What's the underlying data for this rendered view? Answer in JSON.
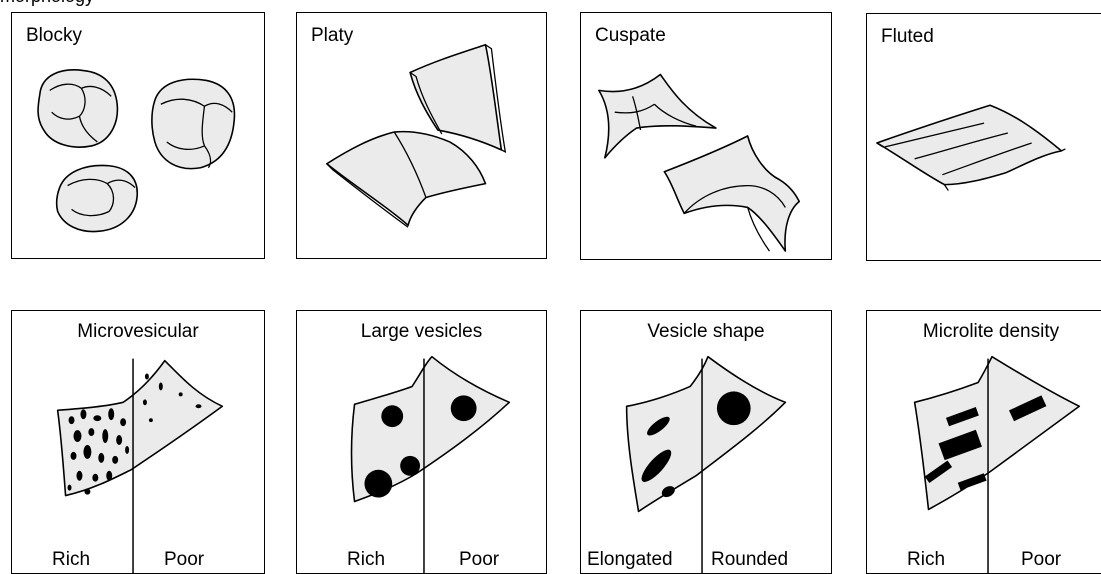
{
  "header": {
    "partial_text": "morphology"
  },
  "top_row": [
    {
      "title": "Blocky"
    },
    {
      "title": "Platy"
    },
    {
      "title": "Cuspate"
    },
    {
      "title": "Fluted"
    }
  ],
  "bottom_row": [
    {
      "title": "Microvesicular",
      "left": "Rich",
      "right": "Poor"
    },
    {
      "title": "Large vesicles",
      "left": "Rich",
      "right": "Poor"
    },
    {
      "title": "Vesicle shape",
      "left": "Elongated",
      "right": "Rounded"
    },
    {
      "title": "Microlite density",
      "left": "Rich",
      "right": "Poor"
    }
  ]
}
